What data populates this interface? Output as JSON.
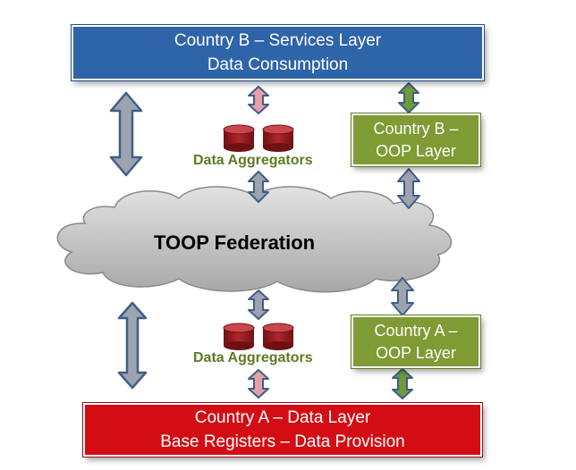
{
  "top_box": {
    "line1": "Country B – Services Layer",
    "line2": "Data Consumption",
    "color": "#2e64a8"
  },
  "bottom_box": {
    "line1": "Country A – Data Layer",
    "line2": "Base Registers – Data Provision",
    "color": "#d40d14"
  },
  "oop_b": {
    "line1": "Country B –",
    "line2": "OOP Layer",
    "color": "#7e9b34"
  },
  "oop_a": {
    "line1": "Country A –",
    "line2": "OOP Layer",
    "color": "#7e9b34"
  },
  "aggregators_top": {
    "label": "Data Aggregators",
    "icon": "database-icon"
  },
  "aggregators_bottom": {
    "label": "Data Aggregators",
    "icon": "database-icon"
  },
  "federation": {
    "label": "TOOP Federation",
    "icon": "cloud-icon"
  },
  "colors": {
    "arrow_gray": "#9ea3b0",
    "arrow_pink": "#e8a0a8",
    "arrow_green": "#6f9a3a",
    "arrow_outline": "#3f5f86",
    "database": "#8b1a1f",
    "cloud": "#c8c8c8"
  }
}
